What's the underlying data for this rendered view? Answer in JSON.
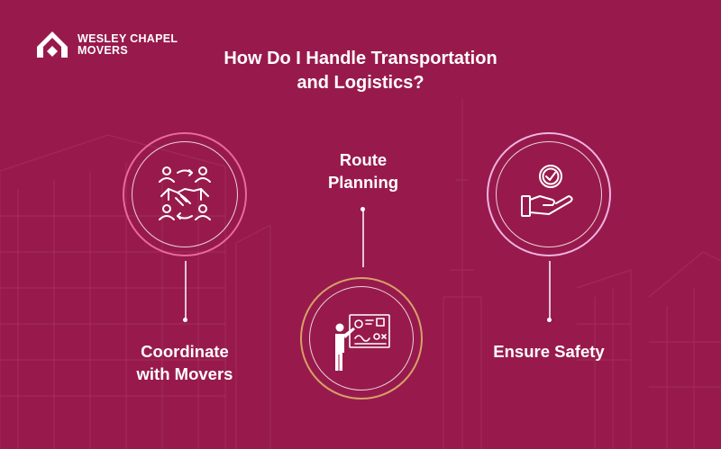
{
  "brand": {
    "name_line1": "WESLEY CHAPEL",
    "name_line2": "MOVERS",
    "logo_icon": "house-chevron-logo-icon"
  },
  "title": {
    "line1": "How Do I Handle Transportation",
    "line2": "and Logistics?"
  },
  "steps": [
    {
      "label_line1": "Coordinate",
      "label_line2": "with Movers",
      "icon": "handshake-team-icon",
      "ring_color": "#e86a9c"
    },
    {
      "label_line1": "Route",
      "label_line2": "Planning",
      "icon": "presenter-board-icon",
      "ring_color": "#d7a06a"
    },
    {
      "label_line1": "Ensure Safety",
      "icon": "hand-checkmark-icon",
      "ring_color": "#f0b3e1"
    }
  ],
  "colors": {
    "background": "#981a4c",
    "text": "#ffffff"
  }
}
